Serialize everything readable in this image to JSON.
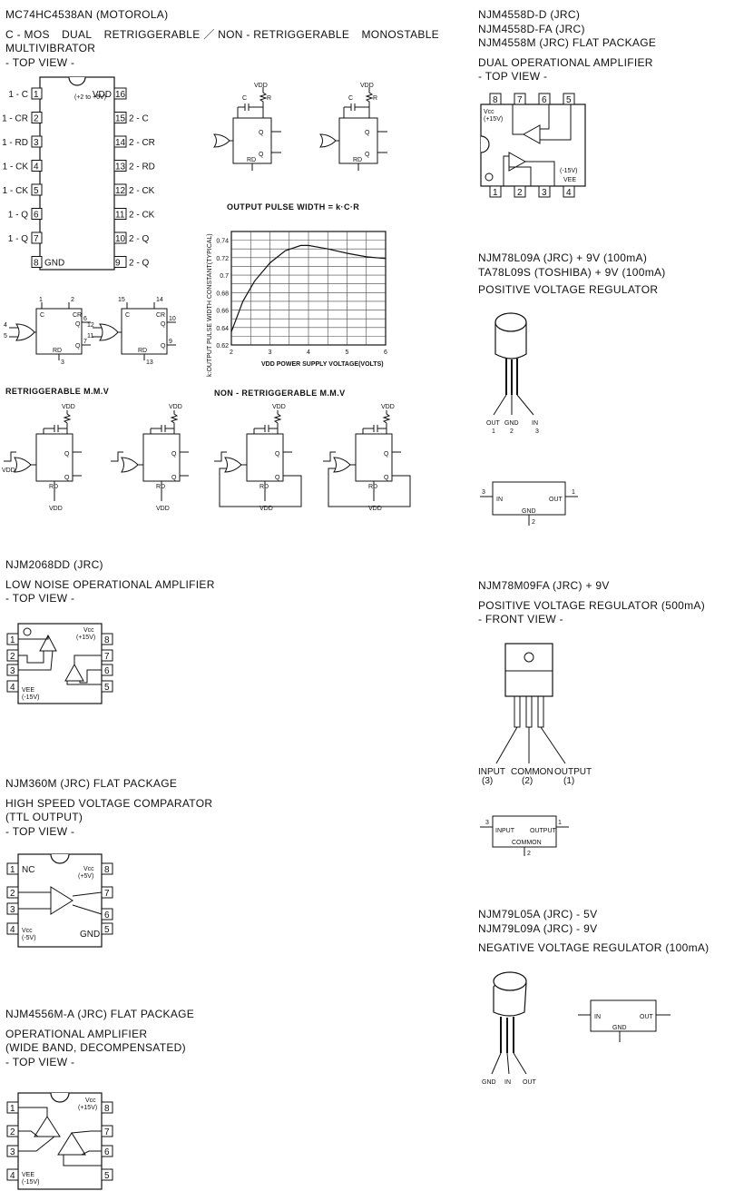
{
  "mc74": {
    "title": "MC74HC4538AN (MOTOROLA)",
    "desc_words": [
      "C - MOS",
      "DUAL",
      "RETRIGGERABLE ／ NON - RETRIGGERABLE",
      "MONOSTABLE"
    ],
    "desc_line2": "MULTIVIBRATOR",
    "view": "- TOP VIEW -",
    "left_pins": [
      {
        "num": "1",
        "name": "1 - C"
      },
      {
        "num": "2",
        "name": "1 - CR"
      },
      {
        "num": "3",
        "name": "1 - RD"
      },
      {
        "num": "4",
        "name": "1 - CK"
      },
      {
        "num": "5",
        "name": "1 - CK"
      },
      {
        "num": "6",
        "name": "1 - Q"
      },
      {
        "num": "7",
        "name": "1 - Q"
      },
      {
        "num": "8",
        "name": "GND"
      }
    ],
    "right_pins": [
      {
        "num": "16",
        "name": "VDD"
      },
      {
        "num": "15",
        "name": "2 - C"
      },
      {
        "num": "14",
        "name": "2 - CR"
      },
      {
        "num": "13",
        "name": "2 - RD"
      },
      {
        "num": "12",
        "name": "2 - CK"
      },
      {
        "num": "11",
        "name": "2 - CK"
      },
      {
        "num": "10",
        "name": "2 - Q"
      },
      {
        "num": "9",
        "name": "2 - Q"
      }
    ],
    "vdd_range": "(+2 to +6V)",
    "retrig_label": "RETRIGGERABLE M.M.V",
    "nonretrig_label": "NON - RETRIGGERABLE M.M.V"
  },
  "chart_data": {
    "type": "line",
    "title": "OUTPUT PULSE WIDTH = k·C·R",
    "xlabel": "VDD POWER SUPPLY VOLTAGE(VOLTS)",
    "ylabel": "k:OUTPUT PULSE WIDTH CONSTANT(TYPICAL)",
    "xlim": [
      2,
      6
    ],
    "ylim": [
      0.62,
      0.75
    ],
    "x_ticks": [
      2,
      3,
      4,
      5,
      6
    ],
    "y_ticks": [
      0.62,
      0.64,
      0.66,
      0.68,
      0.7,
      0.72,
      0.74
    ],
    "grid": true,
    "x": [
      2.0,
      2.3,
      2.6,
      3.0,
      3.4,
      3.8,
      4.0,
      4.5,
      5.0,
      5.5,
      6.0
    ],
    "y": [
      0.635,
      0.67,
      0.693,
      0.714,
      0.728,
      0.734,
      0.734,
      0.73,
      0.725,
      0.721,
      0.719
    ]
  },
  "njm4558": {
    "lines": [
      "NJM4558D-D (JRC)",
      "NJM4558D-FA (JRC)",
      "NJM4558M (JRC) FLAT PACKAGE"
    ],
    "desc": "DUAL OPERATIONAL AMPLIFIER",
    "view": "- TOP VIEW -",
    "top_pins": [
      "8",
      "7",
      "6",
      "5"
    ],
    "bottom_pins": [
      "1",
      "2",
      "3",
      "4"
    ],
    "vcc": "Vcc",
    "vcc_val": "(+15V)",
    "vee": "VEE",
    "vee_val": "(-15V)"
  },
  "njm78l09": {
    "line1": "NJM78L09A (JRC) + 9V (100mA)",
    "line2": "TA78L09S (TOSHIBA) + 9V (100mA)",
    "desc": "POSITIVE VOLTAGE REGULATOR",
    "pins": [
      {
        "name": "OUT",
        "num": "1"
      },
      {
        "name": "GND",
        "num": "2"
      },
      {
        "name": "IN",
        "num": "3"
      }
    ],
    "sym_in": "IN",
    "sym_out": "OUT",
    "sym_gnd": "GND"
  },
  "njm2068": {
    "title": "NJM2068DD (JRC)",
    "desc": "LOW NOISE OPERATIONAL AMPLIFIER",
    "view": "- TOP VIEW -",
    "left_pins": [
      "1",
      "2",
      "3",
      "4"
    ],
    "right_pins": [
      "8",
      "7",
      "6",
      "5"
    ],
    "vcc": "Vcc",
    "vcc_val": "(+15V)",
    "vee": "VEE",
    "vee_val": "(-15V)"
  },
  "njm78m09": {
    "line1": "NJM78M09FA (JRC) + 9V",
    "desc": "POSITIVE VOLTAGE REGULATOR (500mA)",
    "view": "- FRONT VIEW -",
    "pins": [
      {
        "name": "INPUT",
        "num": "(3)"
      },
      {
        "name": "COMMON",
        "num": "(2)"
      },
      {
        "name": "OUTPUT",
        "num": "(1)"
      }
    ],
    "sym_in": "INPUT",
    "sym_out": "OUTPUT",
    "sym_common": "COMMON"
  },
  "njm360": {
    "title": "NJM360M (JRC) FLAT PACKAGE",
    "desc1": "HIGH SPEED VOLTAGE COMPARATOR",
    "desc2": "(TTL OUTPUT)",
    "view": "- TOP VIEW -",
    "left_pins": [
      "1",
      "2",
      "3",
      "4"
    ],
    "right_pins": [
      "8",
      "7",
      "6",
      "5"
    ],
    "nc": "NC",
    "vcc": "Vcc",
    "vcc_pos": "(+5V)",
    "vcc_neg": "(-5V)",
    "gnd": "GND"
  },
  "njm79": {
    "line1": "NJM79L05A (JRC) - 5V",
    "line2": "NJM79L09A (JRC) - 9V",
    "desc": "NEGATIVE VOLTAGE REGULATOR (100mA)",
    "pins": [
      "GND",
      "IN",
      "OUT"
    ],
    "sym_in": "IN",
    "sym_out": "OUT",
    "sym_gnd": "GND"
  },
  "njm4556": {
    "title": "NJM4556M-A (JRC) FLAT PACKAGE",
    "desc1": "OPERATIONAL AMPLIFIER",
    "desc2": "(WIDE BAND, DECOMPENSATED)",
    "view": "- TOP VIEW -",
    "left_pins": [
      "1",
      "2",
      "3",
      "4"
    ],
    "right_pins": [
      "8",
      "7",
      "6",
      "5"
    ],
    "vcc": "Vcc",
    "vcc_val": "(+15V)",
    "vee": "VEE",
    "vee_val": "(-15V)"
  },
  "common": {
    "vdd": "VDD",
    "c": "C",
    "r": "R",
    "cr": "CR",
    "q": "Q",
    "rd": "RD",
    "pin1": "1",
    "pin2": "2",
    "pin3": "3",
    "pin6": "6",
    "pin7": "7",
    "pin4": "4",
    "pin5": "5",
    "pin9": "9",
    "pin10": "10",
    "pin11": "11",
    "pin12": "12",
    "pin13": "13",
    "pin14": "14",
    "pin15": "15"
  }
}
